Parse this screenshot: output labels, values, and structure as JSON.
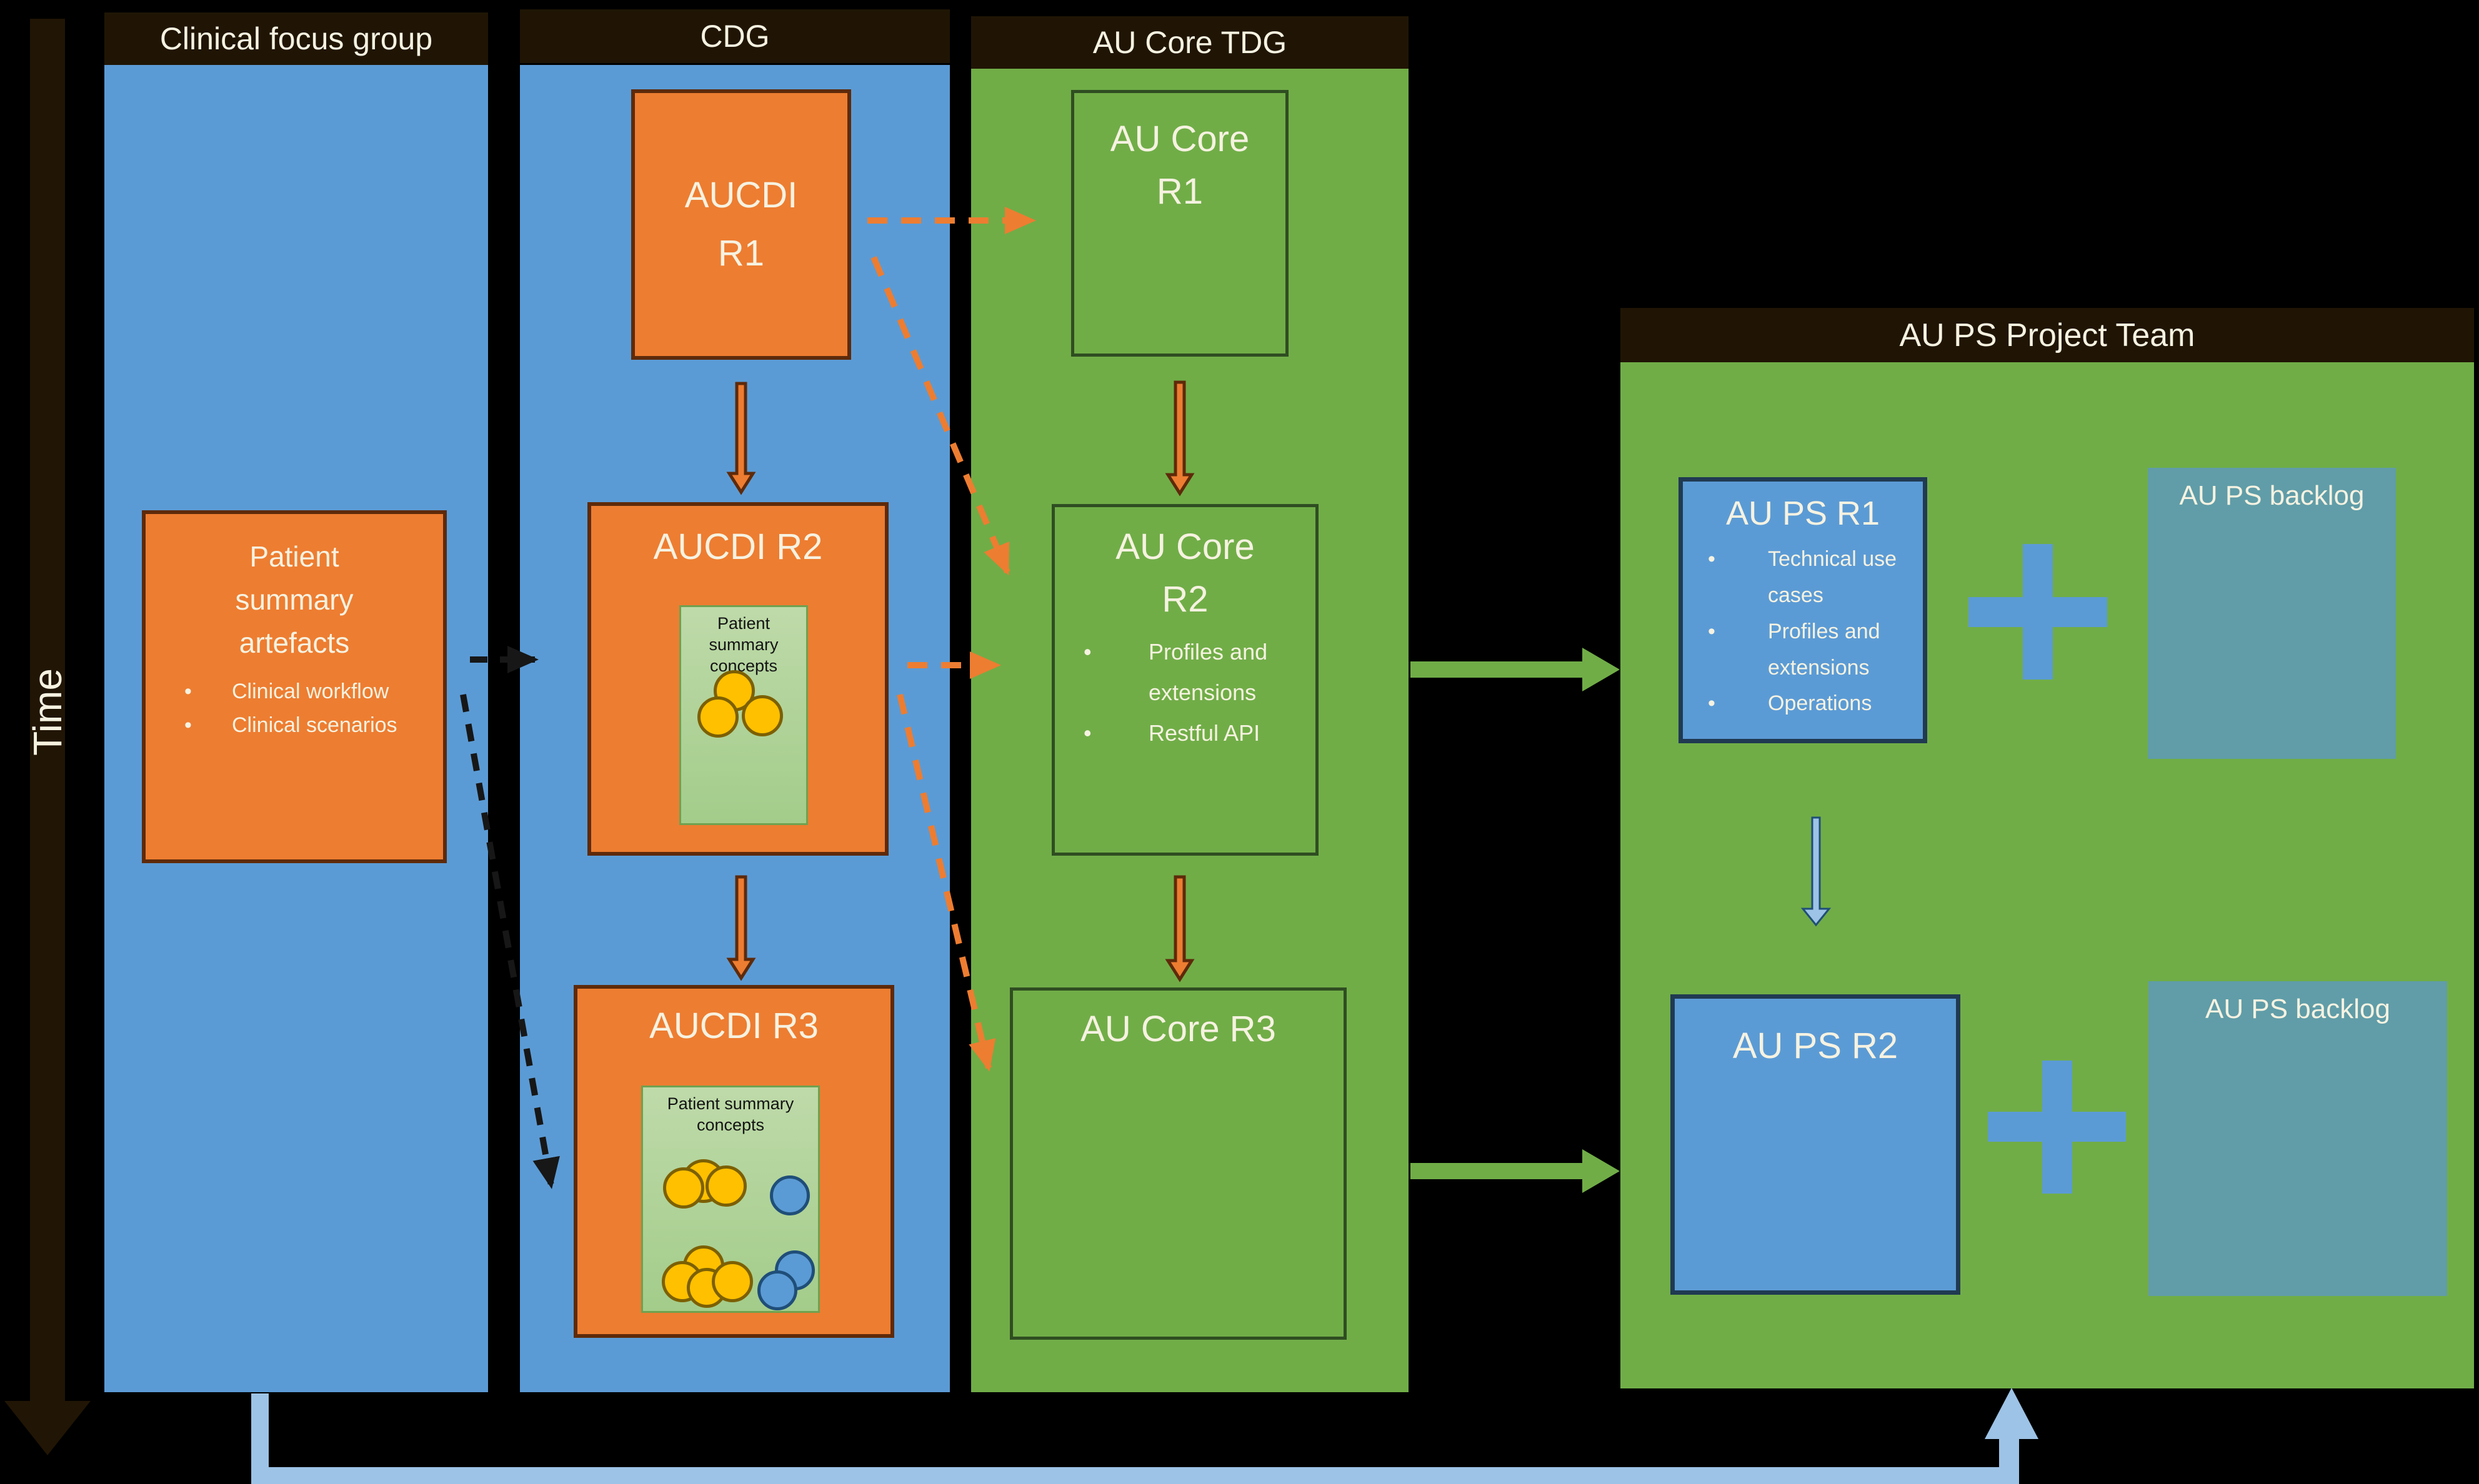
{
  "time_axis": {
    "label": "Time"
  },
  "lanes": {
    "clinical_focus_group": {
      "header": "Clinical focus group",
      "patient_summary_artefacts": {
        "title": "Patient\nsummary\nartefacts",
        "bullets": [
          "Clinical workflow",
          "Clinical scenarios"
        ]
      }
    },
    "cdg": {
      "header": "CDG",
      "aucdi_r1": {
        "title": "AUCDI\nR1"
      },
      "aucdi_r2": {
        "title": "AUCDI R2",
        "inner_label": "Patient\nsummary\nconcepts"
      },
      "aucdi_r3": {
        "title": "AUCDI R3",
        "inner_label": "Patient summary\nconcepts"
      }
    },
    "au_core_tdg": {
      "header": "AU Core TDG",
      "au_core_r1": {
        "title": "AU Core\nR1"
      },
      "au_core_r2": {
        "title": "AU Core\nR2",
        "bullets": [
          "Profiles and extensions",
          "Restful API"
        ]
      },
      "au_core_r3": {
        "title": "AU Core R3"
      }
    },
    "au_ps_project_team": {
      "header": "AU PS Project Team",
      "au_ps_r1": {
        "title": "AU PS R1",
        "bullets": [
          "Technical use cases",
          "Profiles and extensions",
          "Operations"
        ]
      },
      "au_ps_r2": {
        "title": "AU PS R2"
      },
      "backlog_top": {
        "label": "AU PS backlog"
      },
      "backlog_bottom": {
        "label": "AU PS backlog"
      }
    }
  },
  "colors": {
    "background": "#000000",
    "lane_blue": "#5b9bd5",
    "lane_green": "#70ad47",
    "header_bar": "#201505",
    "box_orange": "#ed7d31",
    "box_orange_border": "#5e2a0a",
    "green_box_border": "#2f4d22",
    "blue_box_border": "#203a52",
    "teal_box": "#609da8",
    "inner_green_top": "#bedaa9",
    "inner_green_bottom": "#a3cc8a",
    "yellow_circle": "#ffc000",
    "yellow_circle_border": "#7c6003",
    "blue_circle": "#5b9bd5",
    "blue_circle_border": "#1f4e79",
    "red_arrow_fill": "#ed7d31",
    "red_arrow_border": "#5e2a0a",
    "orange_dashed_arrow": "#ed7d31",
    "black_dashed_arrow": "#171717",
    "green_arrow": "#70ad47",
    "light_blue_line": "#9dc3e6",
    "text_cream": "#f6f2e1"
  }
}
